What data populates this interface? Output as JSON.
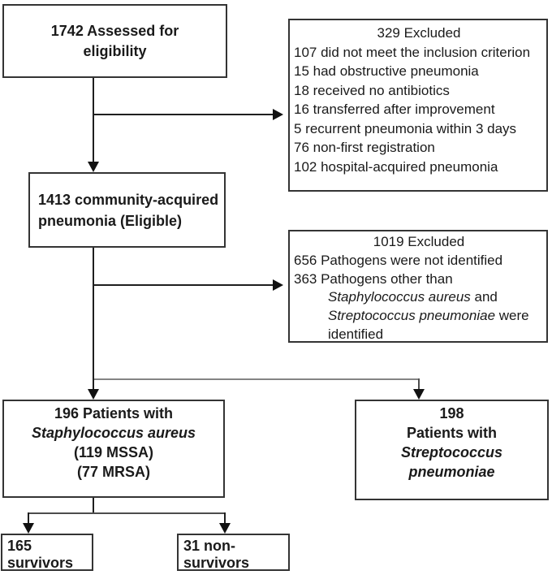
{
  "figure": {
    "type": "flowchart",
    "description": "Patient enrollment flow diagram",
    "colors": {
      "background": "#ffffff",
      "border": "#343434",
      "text": "#1a1a1a",
      "line": "#1f1f1f",
      "gray_line": "#848484"
    },
    "boxes": {
      "assessed": {
        "line1": "1742 Assessed for",
        "line2": "eligibility"
      },
      "excluded1": {
        "title": "329 Excluded",
        "items": [
          "107 did not meet the inclusion criterion",
          "15 had obstructive pneumonia",
          "18 received no antibiotics",
          "16 transferred after improvement",
          "5 recurrent pneumonia within 3 days",
          "76 non-first registration",
          "102 hospital-acquired pneumonia"
        ]
      },
      "eligible": {
        "line1": "1413 community-acquired",
        "line2": "pneumonia (Eligible)"
      },
      "excluded2": {
        "title": "1019 Excluded",
        "item1": "656 Pathogens were not identified",
        "item2": "363 Pathogens other than",
        "item3_species": "Staphylococcus aureus",
        "item3_rest": " and",
        "item4_species": "Streptococcus pneumoniae",
        "item4_rest": " were",
        "item5": "identified"
      },
      "staph": {
        "line1": "196 Patients with",
        "line2_species": "Staphylococcus aureus",
        "line3": "(119 MSSA)",
        "line4": "(77 MRSA)"
      },
      "strep": {
        "line1": "198",
        "line2": "Patients with",
        "line3_species": "Streptococcus pneumoniae"
      },
      "survivors": {
        "label": "165 survivors"
      },
      "nonsurvivors": {
        "label": "31 non-survivors"
      }
    }
  }
}
